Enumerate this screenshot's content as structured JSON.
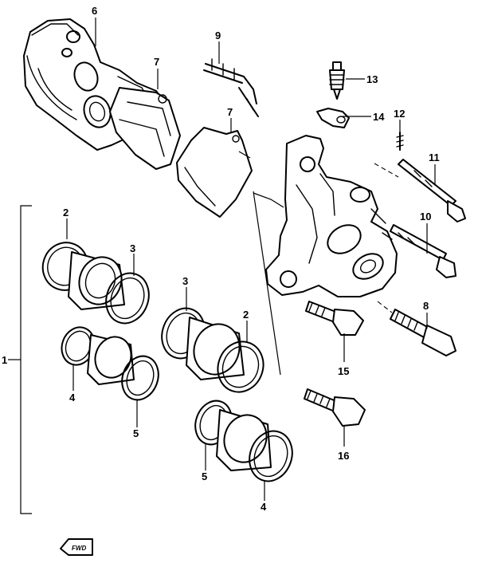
{
  "diagram": {
    "callouts": [
      {
        "id": "c1",
        "text": "1"
      },
      {
        "id": "c2a",
        "text": "2"
      },
      {
        "id": "c2b",
        "text": "2"
      },
      {
        "id": "c3a",
        "text": "3"
      },
      {
        "id": "c3b",
        "text": "3"
      },
      {
        "id": "c4a",
        "text": "4"
      },
      {
        "id": "c4b",
        "text": "4"
      },
      {
        "id": "c5a",
        "text": "5"
      },
      {
        "id": "c5b",
        "text": "5"
      },
      {
        "id": "c6",
        "text": "6"
      },
      {
        "id": "c7a",
        "text": "7"
      },
      {
        "id": "c7b",
        "text": "7"
      },
      {
        "id": "c8",
        "text": "8"
      },
      {
        "id": "c9",
        "text": "9"
      },
      {
        "id": "c10",
        "text": "10"
      },
      {
        "id": "c11",
        "text": "11"
      },
      {
        "id": "c12",
        "text": "12"
      },
      {
        "id": "c13",
        "text": "13"
      },
      {
        "id": "c14",
        "text": "14"
      },
      {
        "id": "c15",
        "text": "15"
      },
      {
        "id": "c16",
        "text": "16"
      }
    ],
    "front_marker": "FWD"
  }
}
